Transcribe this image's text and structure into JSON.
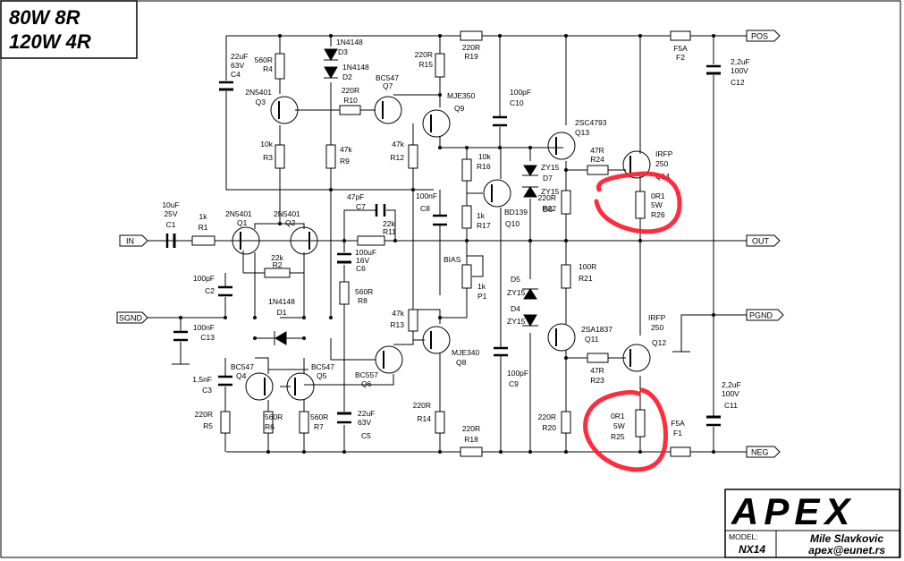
{
  "power_rating": {
    "line1": "80W 8R",
    "line2": "120W 4R"
  },
  "ports": {
    "pos": "POS",
    "neg": "NEG",
    "out": "OUT",
    "in": "IN",
    "sgnd": "SGND",
    "pgnd": "PGND"
  },
  "parts": {
    "C4": [
      "22uF",
      "63V",
      "C4"
    ],
    "R4": [
      "560R",
      "R4"
    ],
    "D3": [
      "1N4148",
      "D3"
    ],
    "D2": [
      "1N4148",
      "D2"
    ],
    "R15": [
      "220R",
      "R15"
    ],
    "R19": [
      "220R",
      "R19"
    ],
    "F2": [
      "F5A",
      "F2"
    ],
    "C12": [
      "2,2uF",
      "100V",
      "C12"
    ],
    "Q3": [
      "2N5401",
      "Q3"
    ],
    "R10": [
      "220R",
      "R10"
    ],
    "Q7": [
      "BC547",
      "Q7"
    ],
    "Q9": [
      "MJE350",
      "Q9"
    ],
    "C10": [
      "100pF",
      "C10"
    ],
    "Q13": [
      "2SC4793",
      "Q13"
    ],
    "R3": [
      "10k",
      "R3"
    ],
    "R9": [
      "47k",
      "R9"
    ],
    "R12": [
      "47k",
      "R12"
    ],
    "R16": [
      "10k",
      "R16"
    ],
    "D7": [
      "ZY15",
      "D7",
      "ZY15"
    ],
    "R24": [
      "47R",
      "R24"
    ],
    "Q14": [
      "IRFP",
      "250",
      "Q14"
    ],
    "R26": [
      "0R1",
      "5W",
      "R26"
    ],
    "C7": [
      "47pF",
      "C7"
    ],
    "C8": [
      "100nF",
      "C8"
    ],
    "Q10": [
      "BD139",
      "Q10"
    ],
    "D6": [
      "D6"
    ],
    "R22": [
      "220R",
      "R22"
    ],
    "C1": [
      "10uF",
      "25V",
      "C1"
    ],
    "R1": [
      "1k",
      "R1"
    ],
    "Q1": [
      "2N5401",
      "Q1"
    ],
    "Q2": [
      "2N5401",
      "Q2"
    ],
    "R11": [
      "22k",
      "R11"
    ],
    "R17": [
      "1k",
      "R17"
    ],
    "C6": [
      "100uF",
      "16V",
      "C6"
    ],
    "R2": [
      "22k",
      "R2"
    ],
    "P1": [
      "BIAS",
      "1k",
      "P1"
    ],
    "C2": [
      "100pF",
      "C2"
    ],
    "R8": [
      "560R",
      "R8"
    ],
    "R21": [
      "100R",
      "R21"
    ],
    "D5": [
      "D5",
      "ZY15"
    ],
    "D4": [
      "D4",
      "ZY15"
    ],
    "C13": [
      "100nF",
      "C13"
    ],
    "D1": [
      "1N4148",
      "D1"
    ],
    "R13": [
      "47k",
      "R13"
    ],
    "Q8": [
      "MJE340",
      "Q8"
    ],
    "Q11": [
      "2SA1837",
      "Q11"
    ],
    "Q12": [
      "IRFP",
      "250",
      "Q12"
    ],
    "Q4": [
      "BC547",
      "Q4"
    ],
    "Q5": [
      "BC547",
      "Q5"
    ],
    "Q6": [
      "BC557",
      "Q6"
    ],
    "C9": [
      "100pF",
      "C9"
    ],
    "R23": [
      "47R",
      "R23"
    ],
    "C3": [
      "1,5nF",
      "C3"
    ],
    "R5": [
      "220R",
      "R5"
    ],
    "R6": [
      "560R",
      "R6"
    ],
    "R7": [
      "560R",
      "R7"
    ],
    "C5": [
      "22uF",
      "63V",
      "C5"
    ],
    "R14": [
      "220R",
      "R14"
    ],
    "R18": [
      "220R",
      "R18"
    ],
    "R20": [
      "220R",
      "R20"
    ],
    "R25": [
      "0R1",
      "5W",
      "R25"
    ],
    "F1": [
      "F5A",
      "F1"
    ],
    "C11": [
      "2,2uF",
      "100V",
      "C11"
    ]
  },
  "title_block": {
    "logo": "APEX",
    "model_label": "MODEL:",
    "model_value": "NX14",
    "author": "Mile Slavkovic",
    "email": "apex@eunet.rs"
  },
  "highlight_color": "#ff1a2d"
}
